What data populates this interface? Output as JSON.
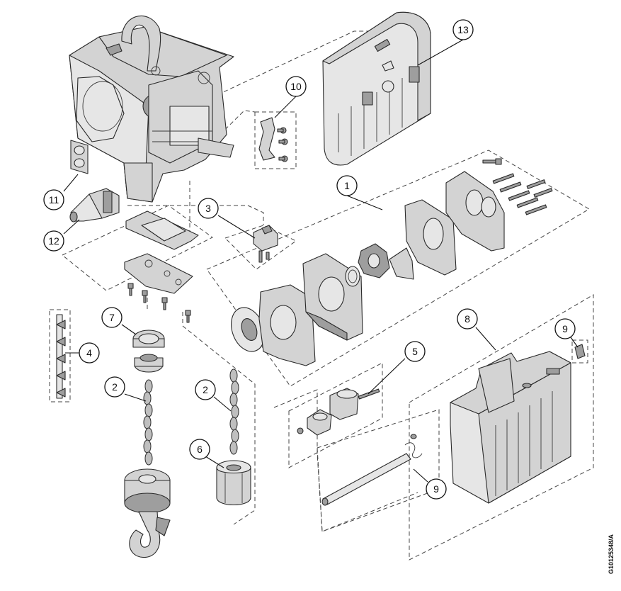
{
  "diagram": {
    "callouts": [
      {
        "id": "callout-1",
        "label": "1"
      },
      {
        "id": "callout-2a",
        "label": "2"
      },
      {
        "id": "callout-2b",
        "label": "2"
      },
      {
        "id": "callout-3",
        "label": "3"
      },
      {
        "id": "callout-4",
        "label": "4"
      },
      {
        "id": "callout-5",
        "label": "5"
      },
      {
        "id": "callout-6",
        "label": "6"
      },
      {
        "id": "callout-7",
        "label": "7"
      },
      {
        "id": "callout-8",
        "label": "8"
      },
      {
        "id": "callout-9a",
        "label": "9"
      },
      {
        "id": "callout-9b",
        "label": "9"
      },
      {
        "id": "callout-10",
        "label": "10"
      },
      {
        "id": "callout-11",
        "label": "11"
      },
      {
        "id": "callout-12",
        "label": "12"
      },
      {
        "id": "callout-13",
        "label": "13"
      }
    ],
    "document_id": "G10125348/A"
  }
}
